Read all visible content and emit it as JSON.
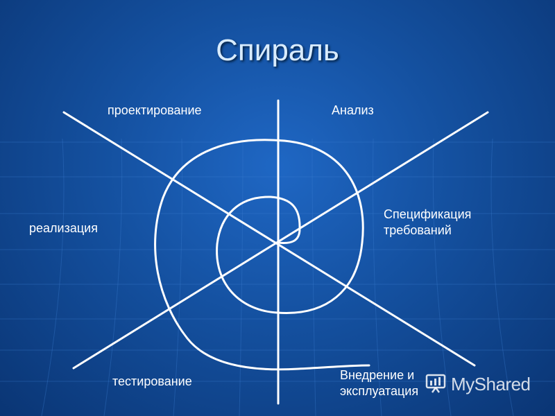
{
  "slide": {
    "title": "Спираль",
    "labels": {
      "top_left": "проектирование",
      "top_right": "Анализ",
      "right": "Спецификация\nтребований",
      "left": "реализация",
      "bottom_left": "тестирование",
      "bottom_right": "Внедрение и\nэксплуатация"
    }
  },
  "watermark": {
    "text": "MyShared",
    "icon": "presentation-logo-icon"
  },
  "colors": {
    "background": "#14509f",
    "lines": "#ffffff",
    "title": "#d8ecff"
  }
}
